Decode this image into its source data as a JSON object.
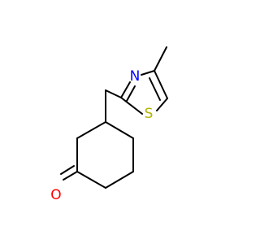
{
  "molecule": {
    "atoms": [
      {
        "id": "O",
        "label": "O",
        "color": "#ff0000"
      },
      {
        "id": "N",
        "label": "N",
        "color": "#0000ff"
      },
      {
        "id": "S",
        "label": "S",
        "color": "#b2b200"
      }
    ],
    "bond_color": "#000000"
  }
}
